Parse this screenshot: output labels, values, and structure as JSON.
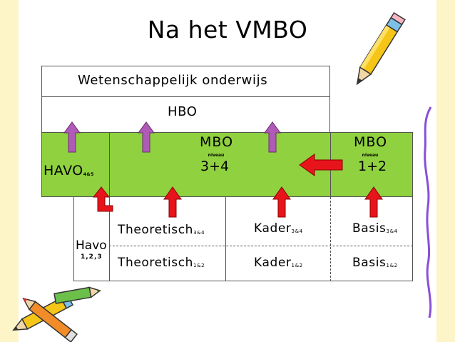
{
  "title": "Na het VMBO",
  "rows": {
    "wo": "Wetenschappelijk onderwijs",
    "hbo": "HBO"
  },
  "green_row": {
    "havo": "HAVO",
    "havo_sub": "4&5",
    "mbo_main_title": "MBO",
    "mbo_main_niveau": "niveau",
    "mbo_main_levels": "3+4",
    "mbo_side_title": "MBO",
    "mbo_side_niveau": "niveau",
    "mbo_side_levels": "1+2"
  },
  "vmbo": {
    "havo_label": "Havo",
    "havo_years": "1,2,3",
    "tracks_upper": [
      {
        "label": "Theoretisch",
        "sub": "3&4"
      },
      {
        "label": "Kader",
        "sub": "3&4"
      },
      {
        "label": "Basis",
        "sub": "3&4"
      }
    ],
    "tracks_lower": [
      {
        "label": "Theoretisch",
        "sub": "1&2"
      },
      {
        "label": "Kader",
        "sub": "1&2"
      },
      {
        "label": "Basis",
        "sub": "1&2"
      }
    ]
  },
  "colors": {
    "green": "#8fd13f",
    "arrow_purple": "#b05ab7",
    "arrow_red": "#e8141b",
    "background_band": "#fdf5c8"
  },
  "decorations": {
    "top_right": "pencil-icon",
    "bottom_left": "pencils-icon",
    "right_edge": "squiggle-line"
  }
}
